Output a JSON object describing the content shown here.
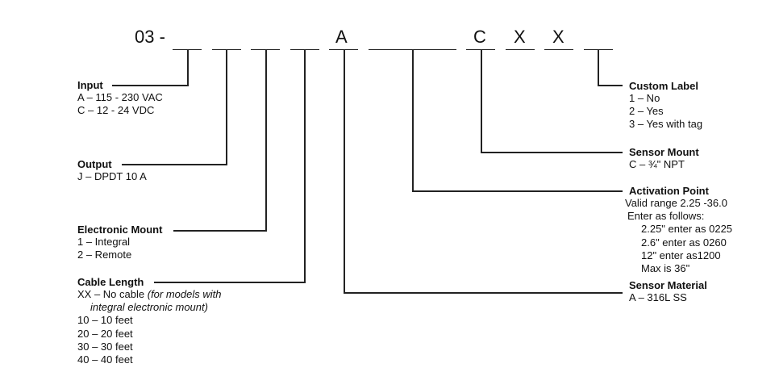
{
  "model_code": {
    "prefix": "03 -",
    "positions": [
      {
        "id": "input",
        "value": ""
      },
      {
        "id": "output",
        "value": ""
      },
      {
        "id": "electronic_mount",
        "value": ""
      },
      {
        "id": "cable_length",
        "value": ""
      },
      {
        "id": "sensor_material",
        "value": "A"
      },
      {
        "id": "activation_point",
        "value": ""
      },
      {
        "id": "sensor_mount",
        "value": "C"
      },
      {
        "id": "fixed_1",
        "value": "X"
      },
      {
        "id": "fixed_2",
        "value": "X"
      },
      {
        "id": "custom_label",
        "value": ""
      }
    ]
  },
  "left_sections": [
    {
      "title": "Input",
      "options": [
        "A – 115 - 230 VAC",
        "C – 12 - 24 VDC"
      ]
    },
    {
      "title": "Output",
      "options": [
        "J – DPDT 10 A"
      ]
    },
    {
      "title": "Electronic Mount",
      "options": [
        "1 – Integral",
        "2 – Remote"
      ]
    },
    {
      "title": "Cable Length",
      "options": [
        "XX – No cable",
        "(for models with",
        "integral electronic mount)",
        "10 – 10 feet",
        "20 – 20 feet",
        "30 – 30 feet",
        "40 – 40 feet"
      ]
    }
  ],
  "right_sections": [
    {
      "title": "Custom Label",
      "options": [
        "1 – No",
        "2 – Yes",
        "3 – Yes with tag"
      ]
    },
    {
      "title": "Sensor Mount",
      "options": [
        "C – ¾\" NPT"
      ]
    },
    {
      "title": "Activation Point",
      "options": [
        "Valid range 2.25 -36.0",
        "Enter as follows:",
        "2.25\" enter as 0225",
        "2.6\" enter as 0260",
        "12\" enter as1200",
        "Max is 36\""
      ]
    },
    {
      "title": "Sensor Material",
      "options": [
        "A – 316L SS"
      ]
    }
  ]
}
